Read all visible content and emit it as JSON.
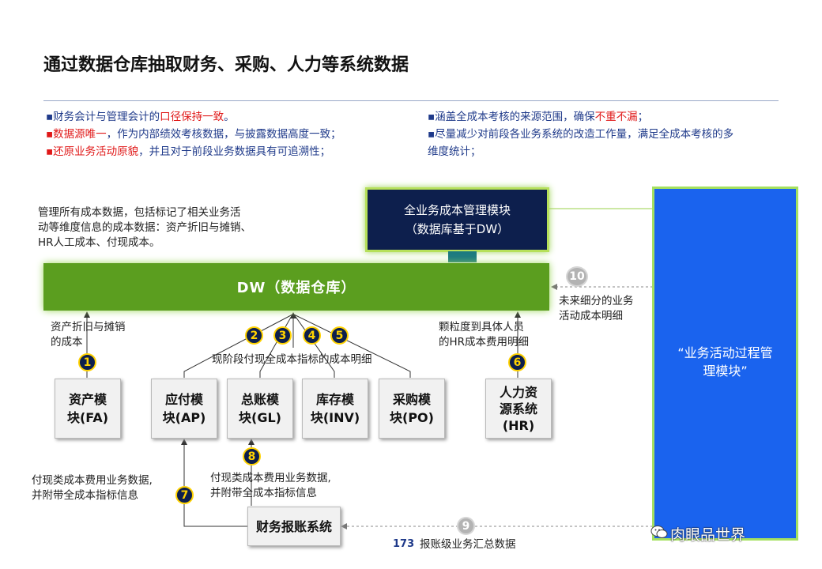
{
  "title": "通过数据仓库抽取财务、采购、人力等系统数据",
  "bullets_left": [
    {
      "parts": [
        {
          "text": "▪财务会计与管理会计的",
          "red": false
        },
        {
          "text": "口径保持一致",
          "red": true
        },
        {
          "text": "。",
          "red": false
        }
      ]
    },
    {
      "parts": [
        {
          "text": "▪数据源唯一",
          "red": true
        },
        {
          "text": "，作为内部绩效考核数据，与披露数据高度一致；",
          "red": false
        }
      ]
    },
    {
      "parts": [
        {
          "text": "▪还原业务活动原貌",
          "red": true
        },
        {
          "text": "，并且对于前段业务数据具有可追溯性；",
          "red": false
        }
      ]
    }
  ],
  "bullets_right": [
    {
      "parts": [
        {
          "text": "▪涵盖全成本考核的来源范围，确保",
          "red": false
        },
        {
          "text": "不重不漏",
          "red": true
        },
        {
          "text": "；",
          "red": false
        }
      ]
    },
    {
      "parts": [
        {
          "text": "▪尽量减少对前段各业务系统的改造工作量，满足全成本考核的多",
          "red": false
        }
      ]
    },
    {
      "parts": [
        {
          "text": "维度统计；",
          "red": false
        }
      ]
    }
  ],
  "top_box": {
    "line1": "全业务成本管理模块",
    "line2": "（数据库基于DW）"
  },
  "dw_label": "DW（数据仓库）",
  "side_box": {
    "line1": "“业务活动过程管",
    "line2": "理模块”"
  },
  "left_desc": [
    "管理所有成本数据，包括标记了相关业务活",
    "动等维度信息的成本数据：资产折旧与摊销、",
    "HR人工成本、付现成本。"
  ],
  "modules": {
    "fa": [
      "资产模",
      "块(FA)"
    ],
    "ap": [
      "应付模",
      "块(AP)"
    ],
    "gl": [
      "总账模",
      "块(GL)"
    ],
    "inv": [
      "库存模",
      "块(INV)"
    ],
    "po": [
      "采购模",
      "块(PO)"
    ],
    "hr": [
      "人力资",
      "源系统",
      "(HR)"
    ],
    "expense": "财务报账系统"
  },
  "labels": {
    "fa_cost": [
      "资产折旧与摊销",
      "的成本"
    ],
    "current_stage": "现阶段付现全成本指标的成本明细",
    "hr_cost": [
      "颗粒度到具体人员",
      "的HR成本费用明细"
    ],
    "future": [
      "未来细分的业务",
      "活动成本明细"
    ],
    "pay7": [
      "付现类成本费用业务数据,",
      "并附带全成本指标信息"
    ],
    "pay8": [
      "付现类成本费用业务数据,",
      "并附带全成本指标信息"
    ],
    "summary9": "报账级业务汇总数据"
  },
  "circles": [
    "1",
    "2",
    "3",
    "4",
    "5",
    "6",
    "7",
    "8",
    "9",
    "10"
  ],
  "page_number": "173",
  "watermark": "肉眼品世界",
  "colors": {
    "navy": "#0d1f4d",
    "green": "#5b9e1f",
    "blue": "#1a63ee",
    "red": "#e01818",
    "yellow": "#ffd200"
  }
}
